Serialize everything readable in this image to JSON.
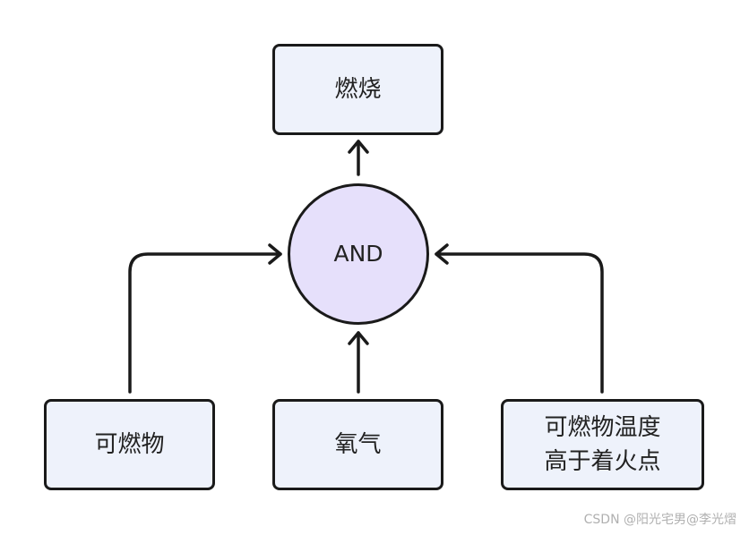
{
  "nodes": {
    "burn": "燃烧",
    "and": "AND",
    "fuel": "可燃物",
    "oxygen": "氧气",
    "temp_line1": "可燃物温度",
    "temp_line2": "高于着火点"
  },
  "watermark": "CSDN @阳光宅男@李光熠",
  "colors": {
    "rect_fill": "#eef2fb",
    "circle_fill": "#e6e0fb",
    "stroke": "#1a1a1a"
  }
}
